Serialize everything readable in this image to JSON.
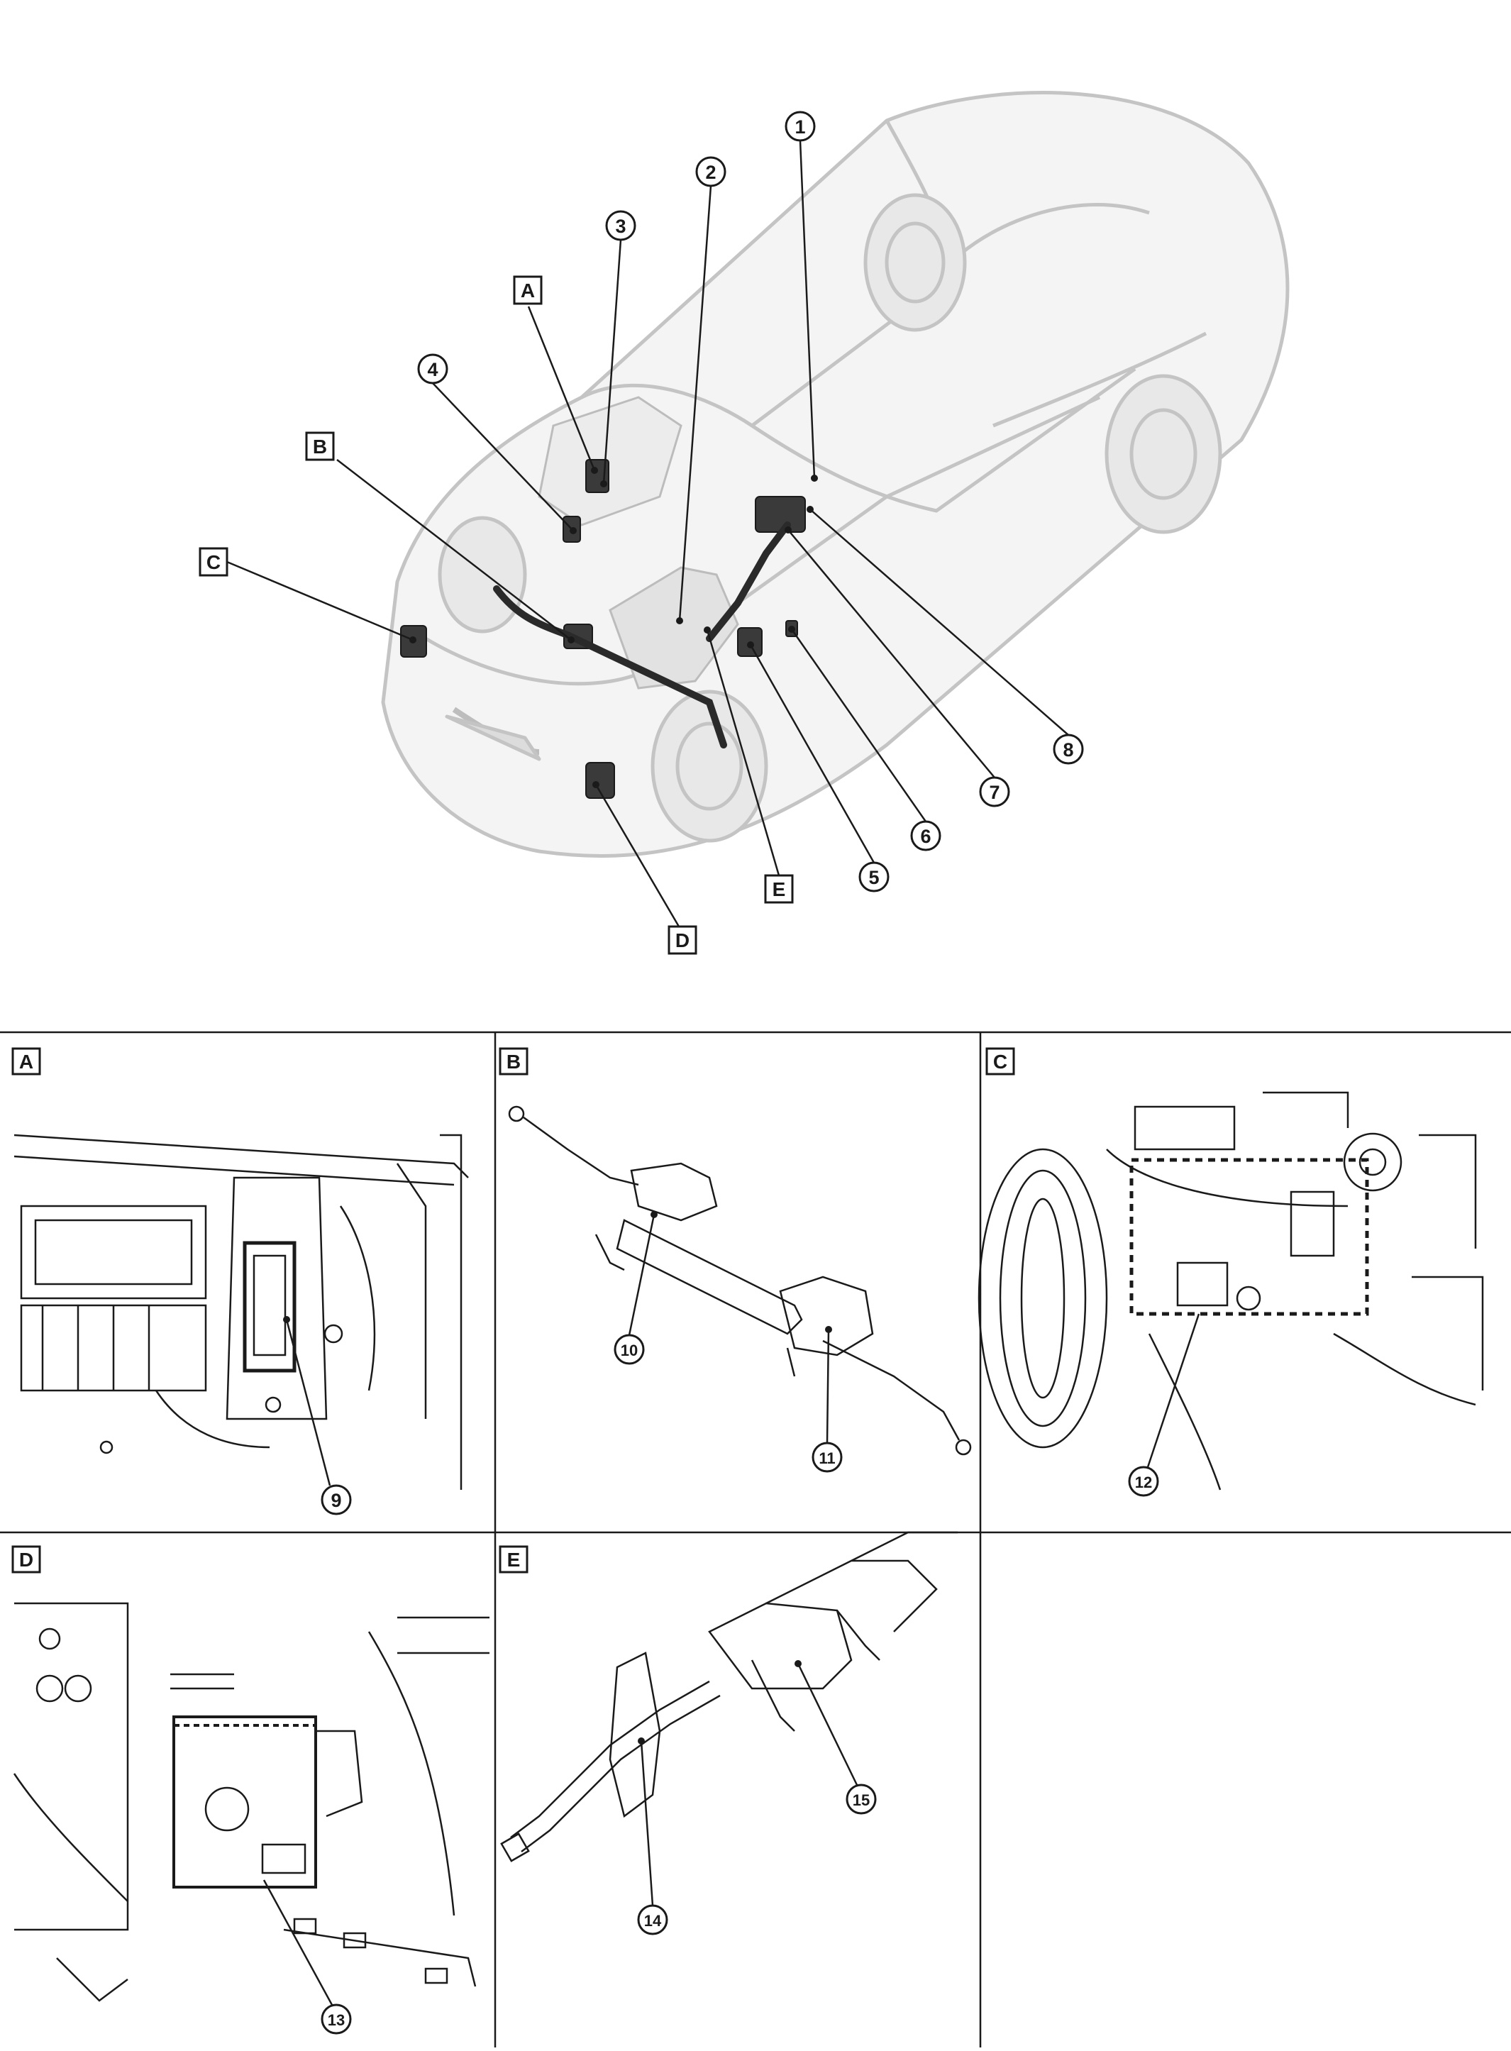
{
  "overview": {
    "callouts_numeric": [
      "1",
      "2",
      "3",
      "4",
      "5",
      "6",
      "7",
      "8"
    ],
    "callouts_letter": [
      "A",
      "B",
      "C",
      "D",
      "E"
    ]
  },
  "panels": [
    {
      "letter": "A",
      "callouts": [
        "9"
      ]
    },
    {
      "letter": "B",
      "callouts": [
        "10",
        "11"
      ]
    },
    {
      "letter": "C",
      "callouts": [
        "12"
      ]
    },
    {
      "letter": "D",
      "callouts": [
        "13"
      ]
    },
    {
      "letter": "E",
      "callouts": [
        "14",
        "15"
      ]
    }
  ],
  "colors": {
    "line": "#1a1a1a",
    "ghost": "#c8c8c8",
    "component": "#3a3a3a",
    "background": "#ffffff"
  }
}
